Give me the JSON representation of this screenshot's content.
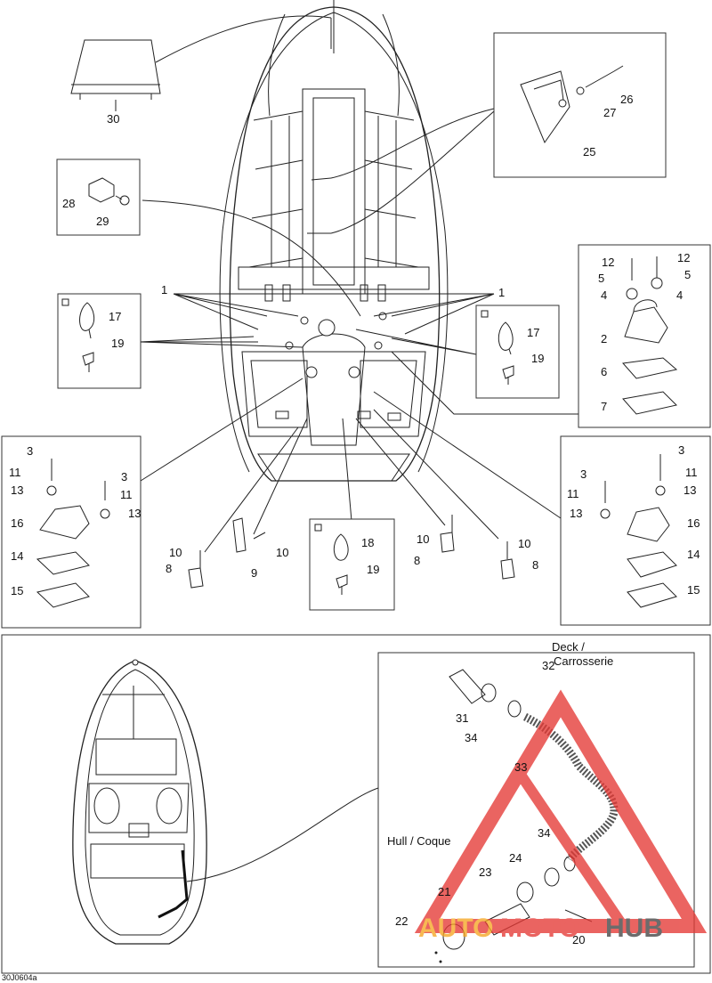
{
  "figure_code": "30J0604a",
  "part_numbers": [
    "1",
    "2",
    "3",
    "4",
    "5",
    "6",
    "7",
    "8",
    "9",
    "10",
    "11",
    "12",
    "13",
    "14",
    "15",
    "16",
    "17",
    "18",
    "19",
    "20",
    "21",
    "22",
    "23",
    "24",
    "25",
    "26",
    "27",
    "28",
    "29",
    "30",
    "31",
    "32",
    "33",
    "34"
  ],
  "callouts": {
    "deck": "Deck /",
    "carrosserie": "Carrosserie",
    "hull_coque": "Hull / Coque"
  },
  "watermark": {
    "text_orange": "AUTO",
    "text_red": "MOTO",
    "text_gray": "HUB"
  },
  "colors": {
    "line": "#222222",
    "watermark_red": "#e53935",
    "watermark_orange": "#f5a623",
    "watermark_gray": "#444444"
  }
}
